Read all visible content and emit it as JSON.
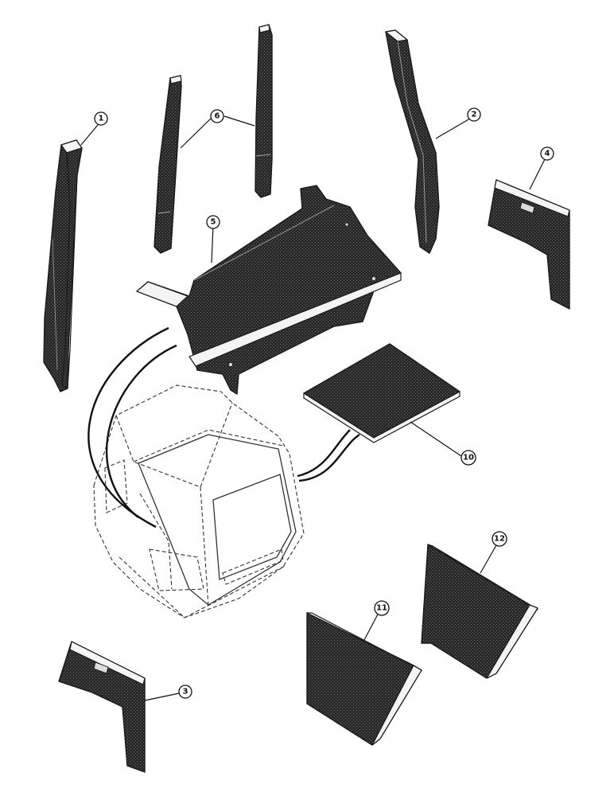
{
  "callouts": {
    "c1": "1",
    "c2": "2",
    "c3": "3",
    "c4": "4",
    "c5": "5",
    "c6": "6",
    "c10": "10",
    "c11": "11",
    "c12": "12"
  },
  "colors": {
    "ink": "#1a1a1a",
    "panel_fill": "#2b2b2b",
    "background": "#ffffff"
  }
}
